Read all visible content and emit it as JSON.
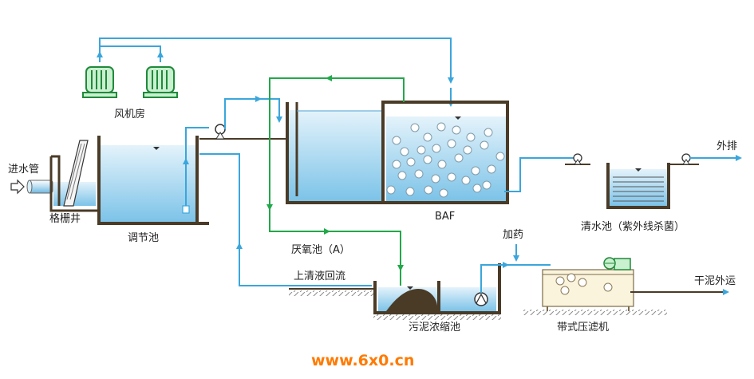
{
  "labels": {
    "inlet_pipe": "进水管",
    "screen_well": "格栅井",
    "equalization_tank": "调节池",
    "blower_room": "风机房",
    "anoxic_tank": "厌氧池（A）",
    "baf": "BAF",
    "clear_water_tank": "清水池（紫外线杀菌）",
    "discharge": "外排",
    "supernatant_return": "上清液回流",
    "sludge_thickener": "污泥浓缩池",
    "dosing": "加药",
    "belt_filter_press": "带式压滤机",
    "dry_sludge_out": "干泥外运"
  },
  "watermark": "www.6x0.cn",
  "colors": {
    "air_line": "#3aa6dc",
    "return_line": "#22a84a",
    "water_top": "#e4f3fb",
    "water_bottom": "#7cc3e8",
    "wall": "#4a3b27"
  }
}
